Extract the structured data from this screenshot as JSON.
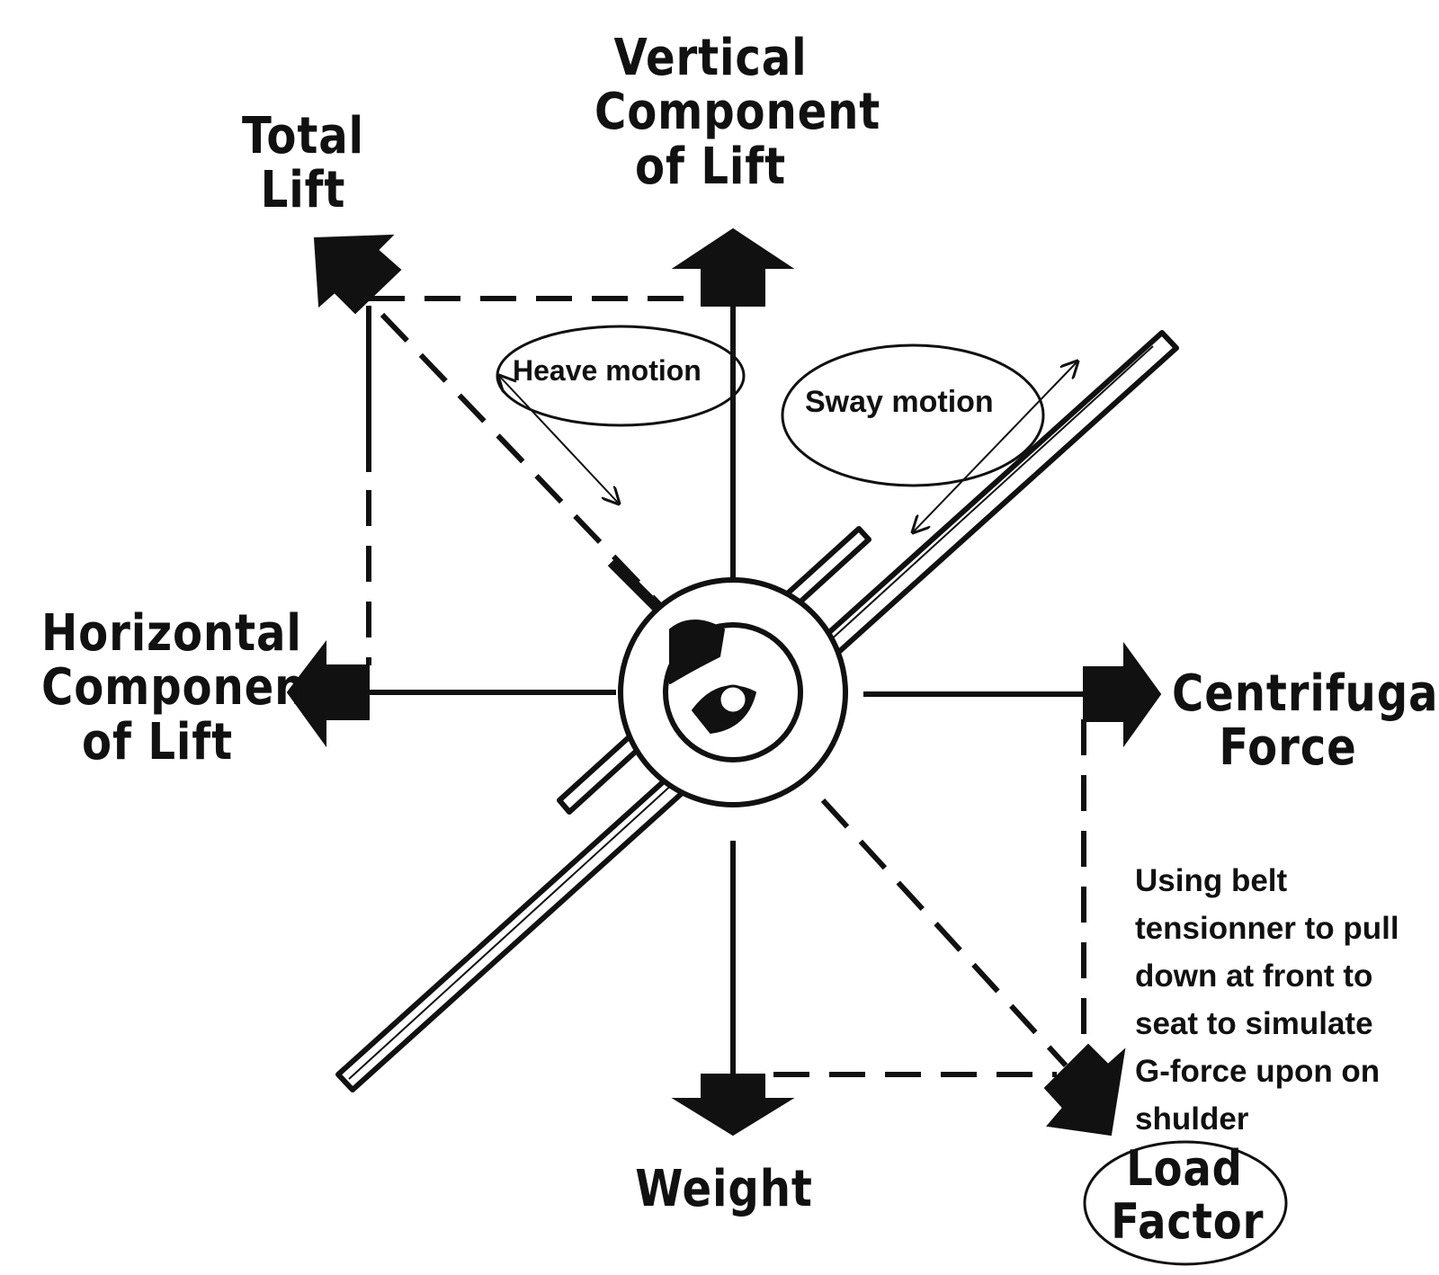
{
  "labels": {
    "total_lift": [
      "Total",
      "Lift"
    ],
    "vertical_component": [
      "Vertical",
      "Component",
      "of Lift"
    ],
    "horizontal_component": [
      "Horizontal",
      "Component",
      "of Lift"
    ],
    "centrifugal_force": [
      "Centrifugal",
      "Force"
    ],
    "weight": "Weight",
    "load_factor": [
      "Load",
      "Factor"
    ]
  },
  "annotations": {
    "heave_motion": "Heave motion",
    "sway_motion": "Sway motion",
    "belt_note": [
      "Using belt",
      "tensionner to pull",
      "down at front to",
      "seat to simulate",
      "G-force upon on",
      "shulder"
    ]
  }
}
